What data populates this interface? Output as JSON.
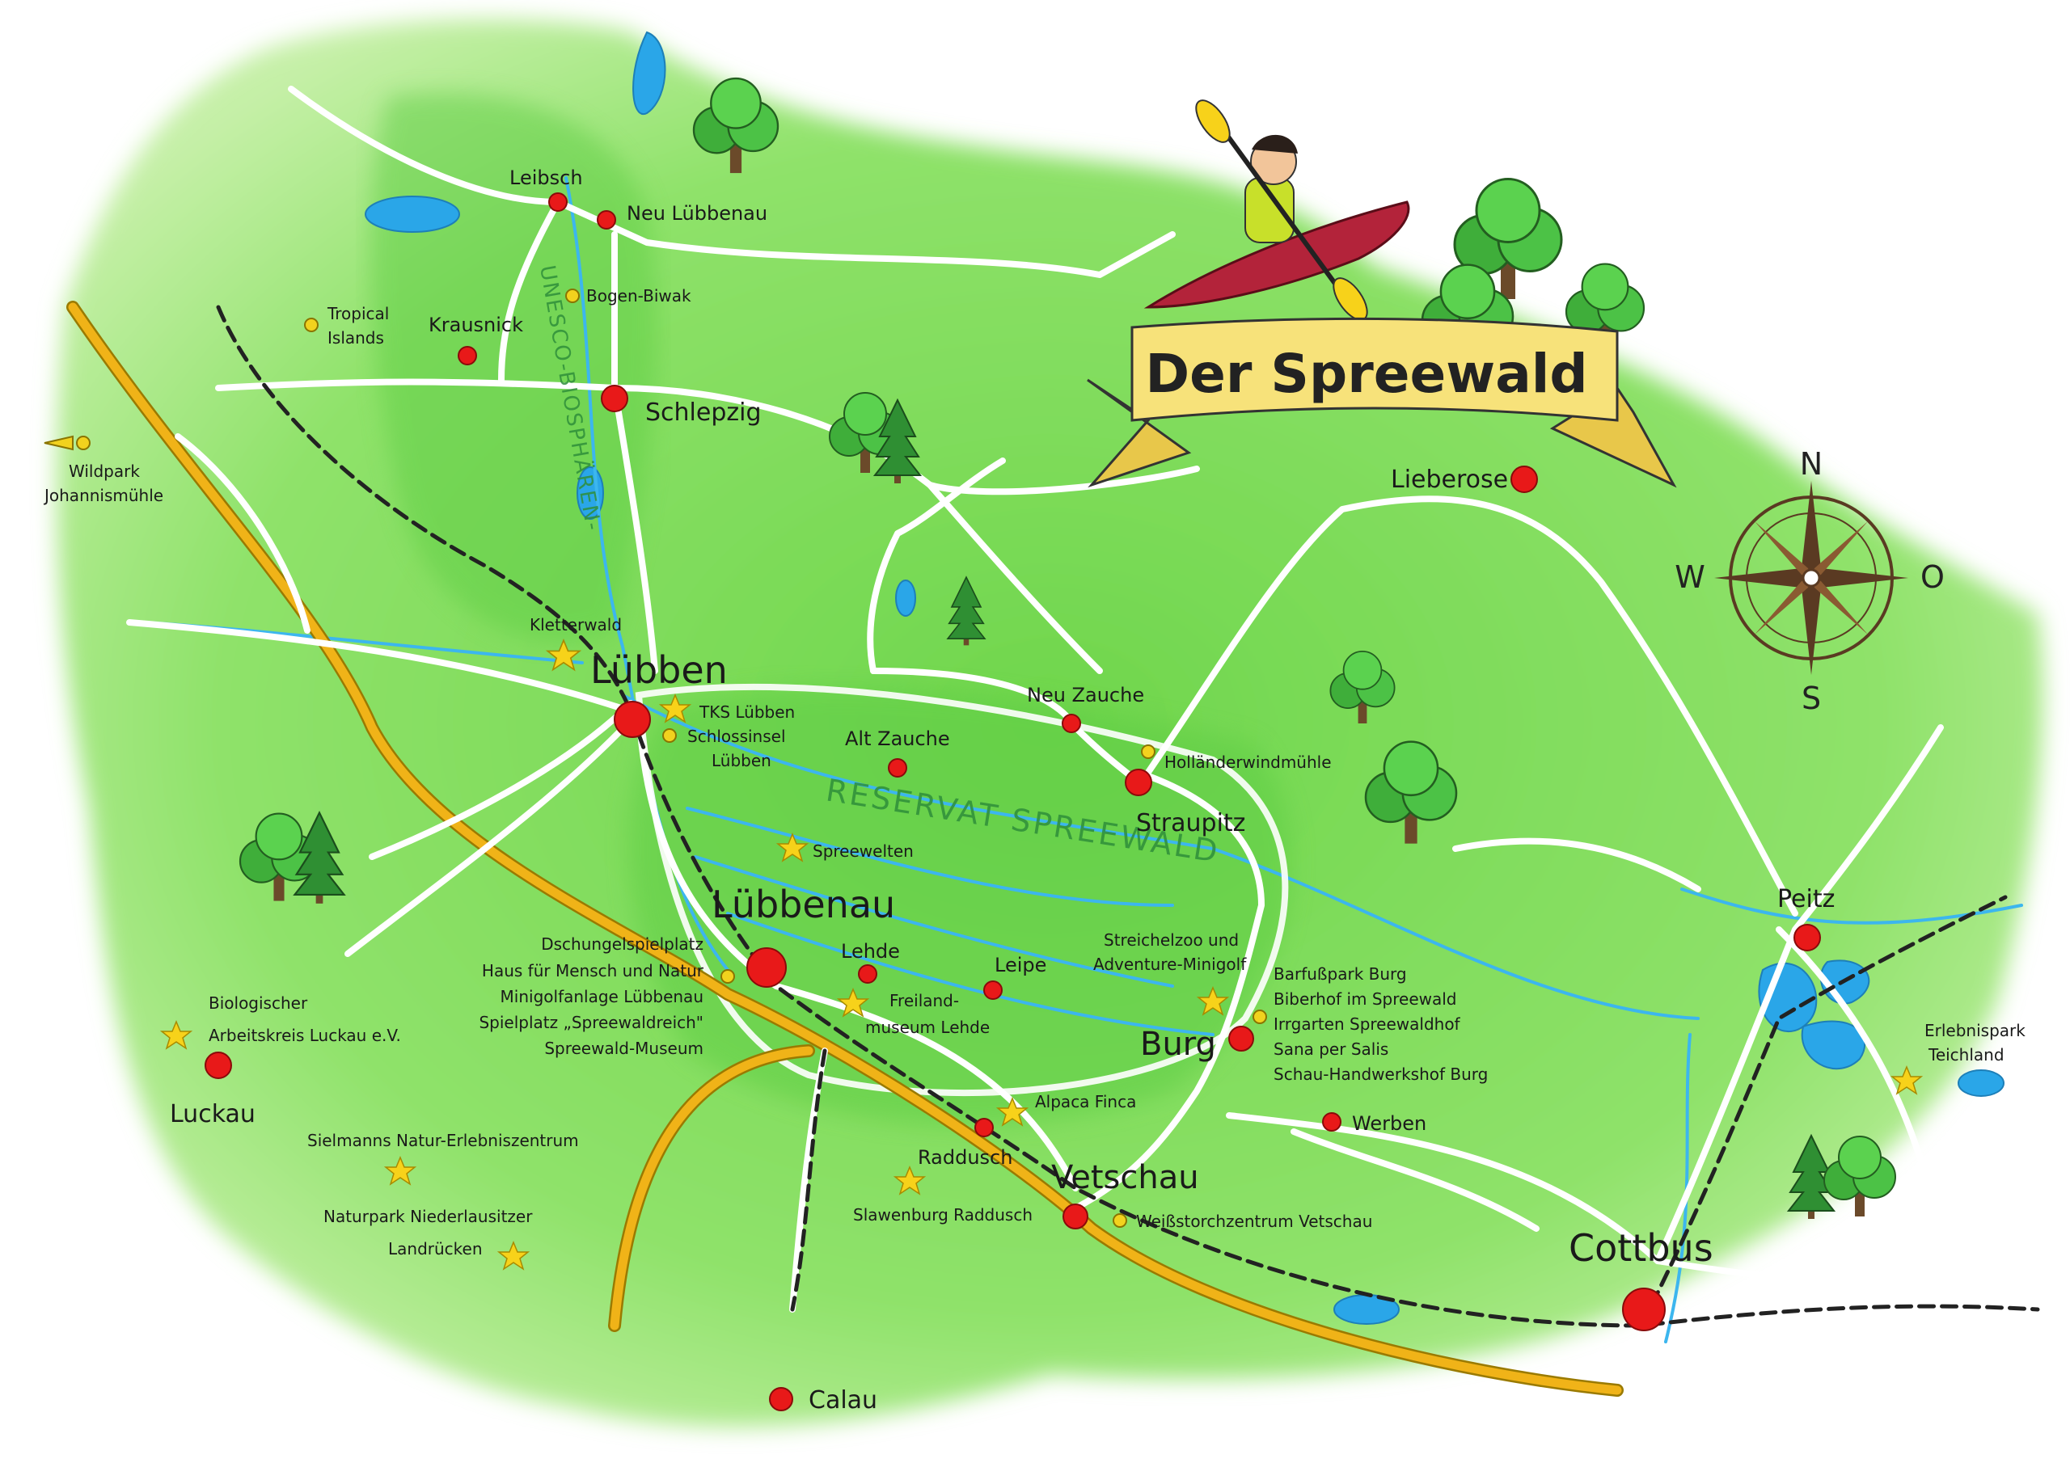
{
  "banner": {
    "title": "Der Spreewald"
  },
  "compass": {
    "north": "N",
    "south": "S",
    "west": "W",
    "east": "O"
  },
  "area_labels": {
    "reserve": "RESERVAT SPREEWALD",
    "unesco": "UNESCO-BIOSPHÄREN-"
  },
  "towns": [
    {
      "id": "luebben",
      "name": "Lübben",
      "size": "xl"
    },
    {
      "id": "luebbenau",
      "name": "Lübbenau",
      "size": "xl"
    },
    {
      "id": "cottbus",
      "name": "Cottbus",
      "size": "xl"
    },
    {
      "id": "burg",
      "name": "Burg",
      "size": "l"
    },
    {
      "id": "vetschau",
      "name": "Vetschau",
      "size": "l"
    },
    {
      "id": "schlepzig",
      "name": "Schlepzig",
      "size": "m"
    },
    {
      "id": "straupitz",
      "name": "Straupitz",
      "size": "m"
    },
    {
      "id": "luckau",
      "name": "Luckau",
      "size": "m"
    },
    {
      "id": "calau",
      "name": "Calau",
      "size": "m"
    },
    {
      "id": "peitz",
      "name": "Peitz",
      "size": "m"
    },
    {
      "id": "lieberose",
      "name": "Lieberose",
      "size": "m"
    },
    {
      "id": "leibsch",
      "name": "Leibsch",
      "size": "s"
    },
    {
      "id": "neu-luebbenau",
      "name": "Neu Lübbenau",
      "size": "s"
    },
    {
      "id": "krausnick",
      "name": "Krausnick",
      "size": "s"
    },
    {
      "id": "neu-zauche",
      "name": "Neu Zauche",
      "size": "s"
    },
    {
      "id": "alt-zauche",
      "name": "Alt Zauche",
      "size": "s"
    },
    {
      "id": "lehde",
      "name": "Lehde",
      "size": "s"
    },
    {
      "id": "leipe",
      "name": "Leipe",
      "size": "s"
    },
    {
      "id": "raddusch",
      "name": "Raddusch",
      "size": "s"
    },
    {
      "id": "werben",
      "name": "Werben",
      "size": "s"
    }
  ],
  "poi_labels": {
    "tropical": [
      "Tropical",
      "Islands"
    ],
    "bogen": "Bogen-Biwak",
    "wildpark": [
      "Wildpark",
      "Johannismühle"
    ],
    "kletterwald": "Kletterwald",
    "tks": "TKS Lübben",
    "schlossinsel": [
      "Schlossinsel",
      "Lübben"
    ],
    "hollaender": "Holländerwindmühle",
    "spreewelten": "Spreewelten",
    "luebbenau_list": [
      "Dschungelspielplatz",
      "Haus für Mensch und Natur",
      "Minigolfanlage Lübbenau",
      "Spielplatz „Spreewaldreich\"",
      "Spreewald-Museum"
    ],
    "freiland": [
      "Freiland-",
      "museum Lehde"
    ],
    "streichelzoo": [
      "Streichelzoo und",
      "Adventure-Minigolf"
    ],
    "burg_list": [
      "Barfußpark Burg",
      "Biberhof im Spreewald",
      "Irrgarten Spreewaldhof",
      "Sana per Salis",
      "Schau-Handwerkshof Burg"
    ],
    "alpaca": "Alpaca Finca",
    "slawenburg": "Slawenburg Raddusch",
    "weissstorch": "Weißstorchzentrum Vetschau",
    "biologischer": [
      "Biologischer",
      "Arbeitskreis Luckau e.V."
    ],
    "sielmanns": "Sielmanns Natur-Erlebniszentrum",
    "naturpark": [
      "Naturpark Niederlausitzer",
      "Landrücken"
    ],
    "erlebnispark": [
      "Erlebnispark",
      "Teichland"
    ]
  },
  "colors": {
    "land": "#7edb5a",
    "land_dark": "#4cc23f",
    "water": "#2aa6e8",
    "road": "#ffffff",
    "highway": "#f0b318",
    "town_dot": "#e81919",
    "poi_dot": "#f2d21e",
    "star": "#f7d21a",
    "banner": "#f7e27a"
  }
}
